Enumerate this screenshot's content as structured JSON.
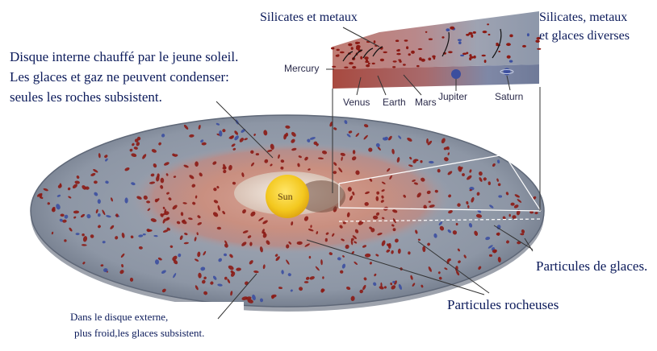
{
  "labels": {
    "inner_disk_1": "Disque interne chauffé par le jeune soleil.",
    "inner_disk_2": "Les glaces et gaz ne peuvent condenser:",
    "inner_disk_3": "seules les roches subsistent.",
    "outer_disk_1": "Dans le disque externe,",
    "outer_disk_2": "plus froid,les glaces subsistent.",
    "silicates_metaux": "Silicates et metaux",
    "silicates_glaces_1": "Silicates, metaux",
    "silicates_glaces_2": "et  glaces diverses",
    "particules_glaces": "Particules de glaces.",
    "particules_rocheuses": "Particules rocheuses",
    "sun": "Sun"
  },
  "planets": [
    "Mercury",
    "Venus",
    "Earth",
    "Mars",
    "Jupiter",
    "Saturn"
  ],
  "colors": {
    "outer_disk": "#8f99a8",
    "inner_disk": "#c99080",
    "rock_particle": "#8b1a14",
    "ice_particle": "#3c4fa0",
    "sun": "#f3c81f",
    "label_text": "#0b1a5a"
  }
}
